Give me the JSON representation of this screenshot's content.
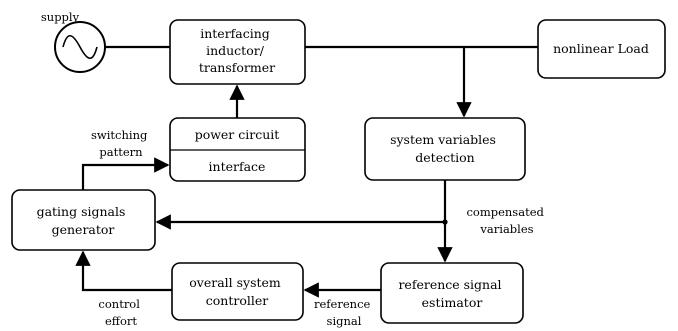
{
  "source": {
    "label": "supply"
  },
  "blocks": {
    "interfacing": [
      "interfacing",
      "inductor/",
      "transformer"
    ],
    "load": [
      "nonlinear Load"
    ],
    "power_circuit": [
      "power circuit"
    ],
    "interface": [
      "interface"
    ],
    "detection": [
      "system variables",
      "detection"
    ],
    "gating": [
      "gating signals",
      "generator"
    ],
    "estimator": [
      "reference signal",
      "estimator"
    ],
    "controller": [
      "overall system",
      "controller"
    ]
  },
  "signals": {
    "switching_pattern": [
      "switching",
      "pattern"
    ],
    "compensated_variables": [
      "compensated",
      "variables"
    ],
    "reference_signal": [
      "reference",
      "signal"
    ],
    "control_effort": [
      "control",
      "effort"
    ]
  }
}
